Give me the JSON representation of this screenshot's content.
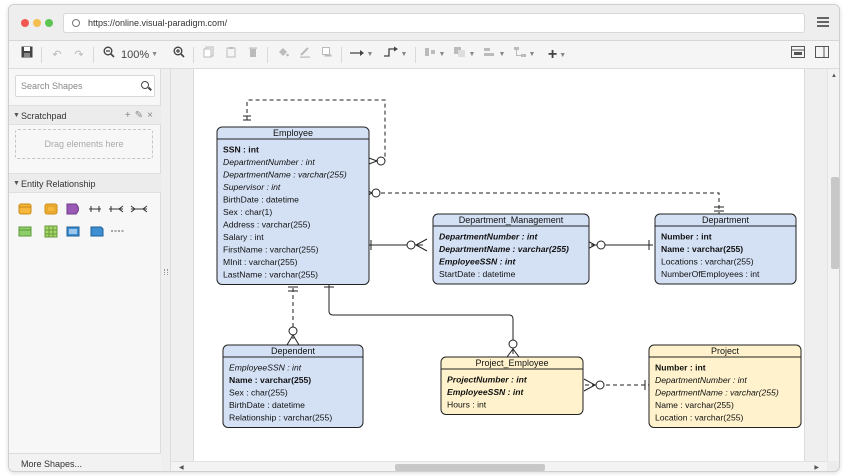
{
  "browser": {
    "url": "https://online.visual-paradigm.com/"
  },
  "toolbar": {
    "zoom": "100%"
  },
  "sidebar": {
    "search_placeholder": "Search Shapes",
    "scratchpad_title": "Scratchpad",
    "scratchpad_hint": "Drag elements here",
    "section_title": "Entity Relationship",
    "more_shapes": "More Shapes..."
  },
  "diagram": {
    "employee": {
      "title": "Employee",
      "fields": [
        "SSN : int",
        "DepartmentNumber : int",
        "DepartmentName : varchar(255)",
        "Supervisor : int",
        "BirthDate : datetime",
        "Sex : char(1)",
        "Address : varchar(255)",
        "Salary : int",
        "FirstName : varchar(255)",
        "MInit : varchar(255)",
        "LastName : varchar(255)"
      ]
    },
    "department_management": {
      "title": "Department_Management",
      "fields": [
        "DepartmentNumber : int",
        "DepartmentName : varchar(255)",
        "EmployeeSSN : int",
        "StartDate : datetime"
      ]
    },
    "department": {
      "title": "Department",
      "fields": [
        "Number : int",
        "Name : varchar(255)",
        "Locations : varchar(255)",
        "NumberOfEmployees : int"
      ]
    },
    "dependent": {
      "title": "Dependent",
      "fields": [
        "EmployeeSSN : int",
        "Name : varchar(255)",
        "Sex : char(255)",
        "BirthDate : datetime",
        "Relationship : varchar(255)"
      ]
    },
    "project_employee": {
      "title": "Project_Employee",
      "fields": [
        "ProjectNumber : int",
        "EmployeeSSN : int",
        "Hours : int"
      ]
    },
    "project": {
      "title": "Project",
      "fields": [
        "Number : int",
        "DepartmentNumber : int",
        "DepartmentName : varchar(255)",
        "Name : varchar(255)",
        "Location : varchar(255)"
      ]
    }
  },
  "colors": {
    "entity_blue": "#d4e1f5",
    "entity_yellow": "#fff2cc",
    "toolbar_bg": "#f5f5f5"
  }
}
